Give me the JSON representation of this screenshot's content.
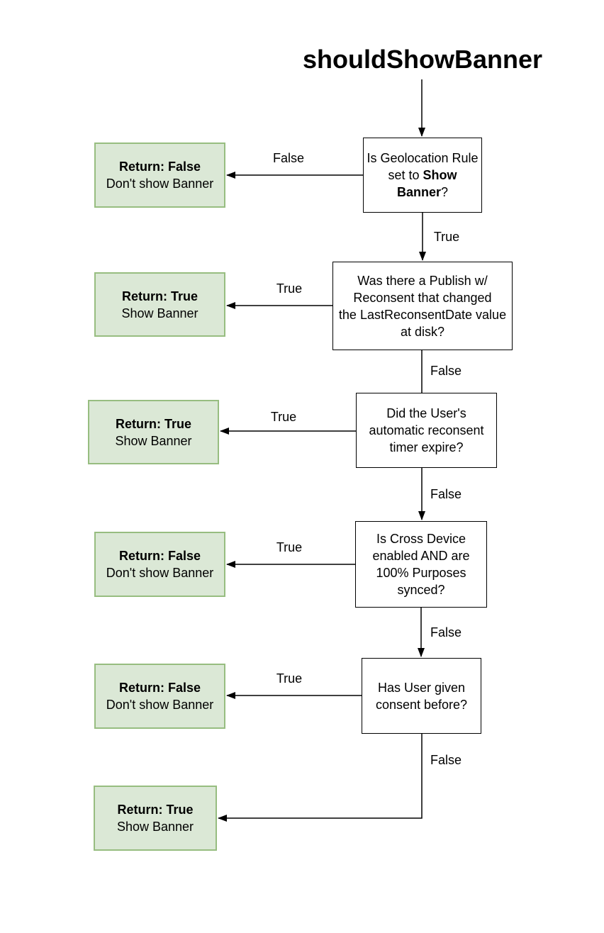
{
  "title": "shouldShowBanner",
  "colors": {
    "background": "#ffffff",
    "line": "#000000",
    "text": "#000000",
    "decision_fill": "#ffffff",
    "decision_border": "#000000",
    "return_fill": "#dbe8d6",
    "return_border": "#97bd80"
  },
  "decisions": [
    {
      "name": "geolocation-rule",
      "line1": "Is Geolocation Rule",
      "line2_pre": "set to ",
      "line2_bold": "Show",
      "line3_bold": "Banner",
      "line3_post": "?"
    },
    {
      "name": "publish-reconsent",
      "lines": [
        "Was there a Publish w/",
        "Reconsent that changed",
        "the LastReconsentDate value",
        "at disk?"
      ]
    },
    {
      "name": "reconsent-timer",
      "lines": [
        "Did the User's",
        "automatic reconsent",
        "timer expire?"
      ]
    },
    {
      "name": "cross-device",
      "lines": [
        "Is Cross Device",
        "enabled AND are",
        "100% Purposes",
        "synced?"
      ]
    },
    {
      "name": "consent-before",
      "lines": [
        "Has User given",
        "consent before?"
      ]
    }
  ],
  "returns": [
    {
      "name": "return-1",
      "bold": "Return: False",
      "text": "Don't show Banner"
    },
    {
      "name": "return-2",
      "bold": "Return: True",
      "text": "Show Banner"
    },
    {
      "name": "return-3",
      "bold": "Return: True",
      "text": "Show Banner"
    },
    {
      "name": "return-4",
      "bold": "Return: False",
      "text": "Don't show Banner"
    },
    {
      "name": "return-5",
      "bold": "Return: False",
      "text": "Don't show Banner"
    },
    {
      "name": "return-6",
      "bold": "Return: True",
      "text": "Show Banner"
    }
  ],
  "edges": {
    "d1_false": "False",
    "d1_true": "True",
    "d2_true": "True",
    "d2_false": "False",
    "d3_true": "True",
    "d3_false": "False",
    "d4_true": "True",
    "d4_false": "False",
    "d5_true": "True",
    "d5_false": "False"
  }
}
